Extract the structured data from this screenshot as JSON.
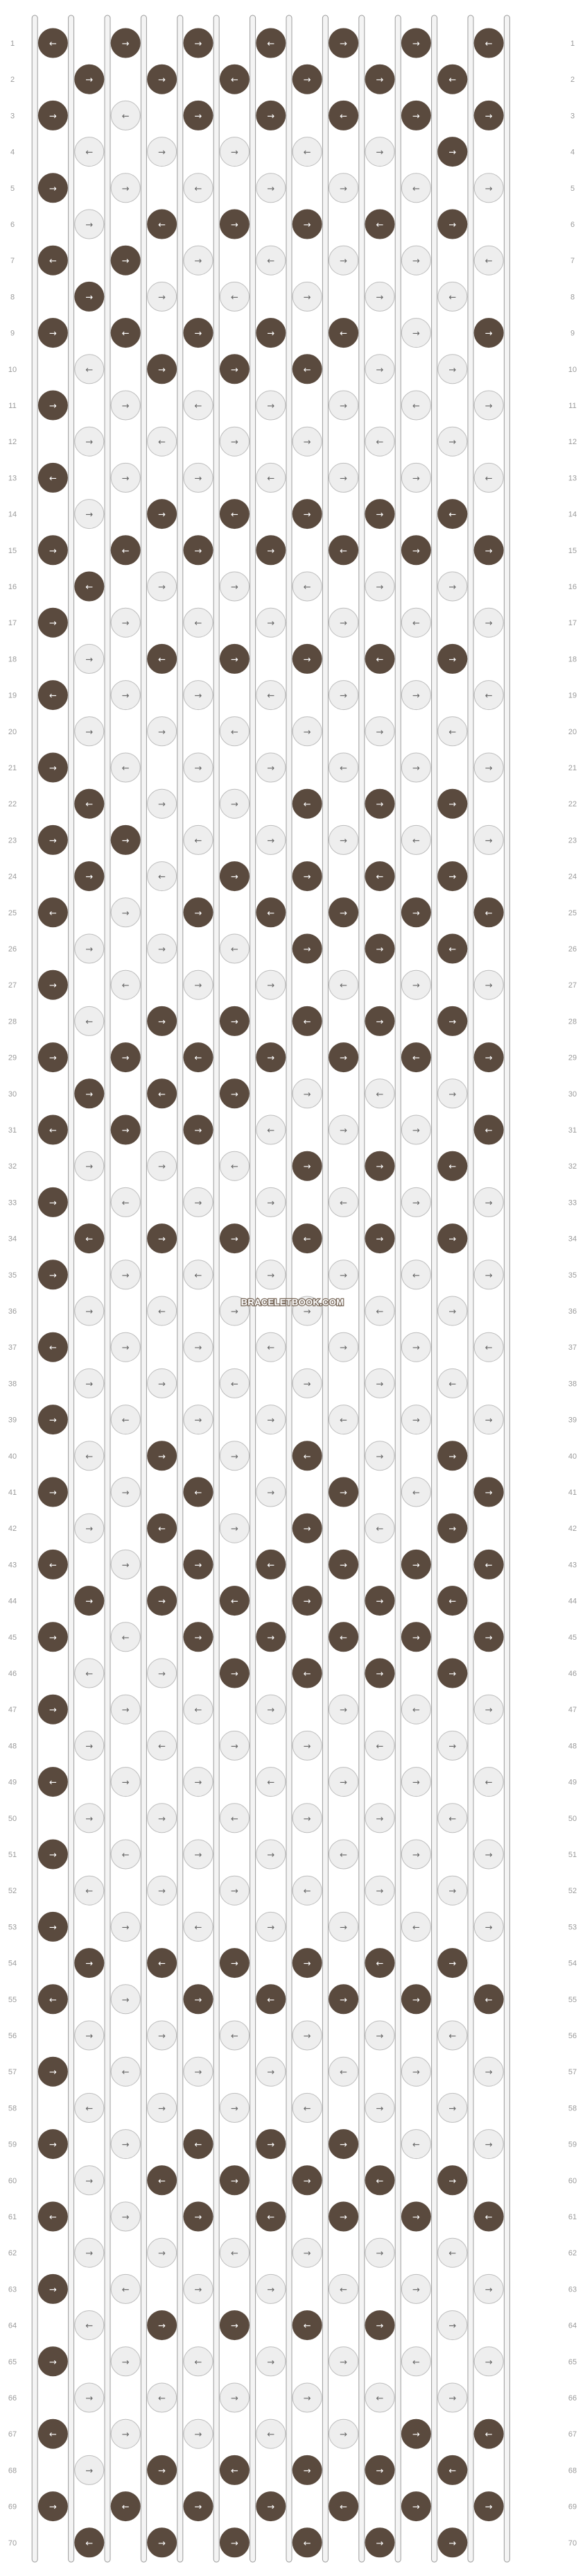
{
  "watermark": "BRACELETBOOK.COM",
  "colors": {
    "dark": "#5a4a3e",
    "light": "#eeeeee",
    "background": "#ffffff",
    "thread_outline": "#9b9b9b",
    "row_number": "#9a9a9a"
  },
  "pattern": {
    "strings": 14,
    "rows": 70,
    "left_column_labels": [
      "1",
      "2",
      "3",
      "4",
      "5",
      "6",
      "7",
      "8",
      "9",
      "10",
      "11",
      "12",
      "13",
      "14",
      "15",
      "16",
      "17",
      "18",
      "19",
      "20",
      "21",
      "22",
      "23",
      "24",
      "25",
      "26",
      "27",
      "28",
      "29",
      "30",
      "31",
      "32",
      "33",
      "34",
      "35",
      "36",
      "37",
      "38",
      "39",
      "40",
      "41",
      "42",
      "43",
      "44",
      "45",
      "46",
      "47",
      "48",
      "49",
      "50",
      "51",
      "52",
      "53",
      "54",
      "55",
      "56",
      "57",
      "58",
      "59",
      "60",
      "61",
      "62",
      "63",
      "64",
      "65",
      "66",
      "67",
      "68",
      "69",
      "70"
    ],
    "right_column_labels": [
      "1",
      "2",
      "3",
      "4",
      "5",
      "6",
      "7",
      "8",
      "9",
      "10",
      "11",
      "12",
      "13",
      "14",
      "15",
      "16",
      "17",
      "18",
      "19",
      "20",
      "21",
      "22",
      "23",
      "24",
      "25",
      "26",
      "27",
      "28",
      "29",
      "30",
      "31",
      "32",
      "33",
      "34",
      "35",
      "36",
      "37",
      "38",
      "39",
      "40",
      "41",
      "42",
      "43",
      "44",
      "45",
      "46",
      "47",
      "48",
      "49",
      "50",
      "51",
      "52",
      "53",
      "54",
      "55",
      "56",
      "57",
      "58",
      "59",
      "60",
      "61",
      "62",
      "63",
      "64",
      "65",
      "66",
      "67",
      "68",
      "69",
      "70"
    ],
    "knot_colors_light": [
      "",
      "",
      "1",
      "1,2,3,4,5",
      "1,2,3,4,5,6,7,8,9,10",
      "1,9,10",
      "2,3,4,5,6,7,8,9,10",
      "2,3,4,5,6,7,8,9",
      "5",
      "1,5,6,7",
      "1,2,3,4,5,6,7,8,9",
      "1,2,3,4,5,6,7,8,9",
      "1,2,3,4,5,6,7,8,9,10",
      "1,10",
      "10",
      "2,3,4,5,6,7,8,9,10",
      "1,2,3,4,5,6,7,8,9",
      "1,8,9",
      "1,2,3,4,5,6,7,8,9,10",
      "1,2,3,4,5,6,7,8,9,10",
      "1,2,3,4,5,6,7,8,9,10",
      "2,3,10",
      "2,3,4,5,6,7,8,9,10",
      "2",
      "1",
      "1,2,3",
      "1,2,3,4,5,6,7,8,9,10",
      "1,7,8,9,10",
      "7,8,9,10",
      "4,5,6,7,8,9,10",
      "3,4,5",
      "1,2,3",
      "1,2,3,4,5,6",
      "7,8,9,10",
      "1,2,3,4,5,6,7,8,9,10",
      "1,2,3,4,5,6,7,8,9,10",
      "1,2,3,4,5,6,7,8,9,10",
      "1,2,3,4,5,6,7,8,9,10",
      "1,2,3,4,5,6,7,8,9,10",
      "1,3,5,7,8",
      "1,3,5,7,8",
      "1,3,5,8,9",
      "1,10",
      "10",
      "1",
      "1,2",
      "1,2,3,4,5,6,7,8,9,10",
      "1,2,3,4,5,6,7,8,9,10",
      "1,2,3,4,5,6,7,8,9,10",
      "1,2,3,4,5,6,7,8,9,10",
      "1,2,3,4,5,6,7,8,9,10",
      "1,2,3,4,5,6,7,8,9,10",
      "1,2,3,4,5,6,7,8,9,10",
      "9,10",
      "1",
      "1,2,3,4,5,6,7,8,9,10",
      "1,2,3,4,5,6,7,8,9,10",
      "1,2,3,4,5,6,7,8,9,10",
      "1,5,6,7,8",
      "1,7,8",
      "1,8,9",
      "1,2,3,4,5,6,7,8,9,10",
      "1,2,3,4,5,6,7,8,9,10",
      "1,6,7,8,9",
      "1,2,3,4,5,6,7,8,9,10",
      "1,2,3,4,5,6,7,8,9,10",
      "1,2,3,4",
      "1,10",
      "",
      ""
    ]
  }
}
